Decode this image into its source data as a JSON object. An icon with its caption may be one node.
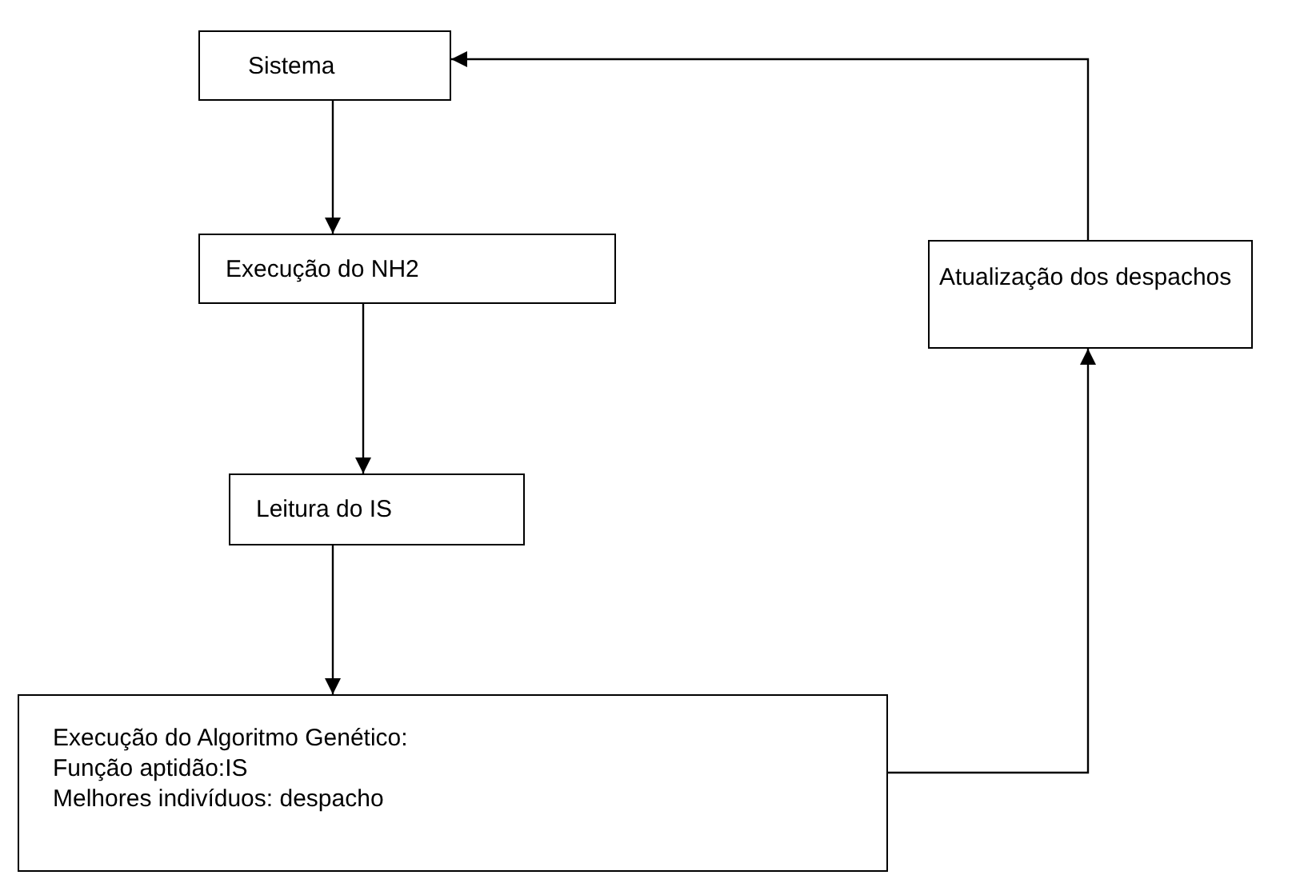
{
  "diagram": {
    "nodes": [
      {
        "text": [
          "Sistema"
        ]
      },
      {
        "text": [
          "Execução do NH2"
        ]
      },
      {
        "text": [
          "Leitura do IS"
        ]
      },
      {
        "text": [
          "Execução do Algoritmo Genético:",
          "Função aptidão:IS",
          "Melhores indivíduos: despacho"
        ]
      },
      {
        "text": [
          "Atualização dos despachos"
        ]
      }
    ],
    "edges": [
      {
        "from": 0,
        "to": 1,
        "arrow": "to"
      },
      {
        "from": 1,
        "to": 2,
        "arrow": "to"
      },
      {
        "from": 2,
        "to": 3,
        "arrow": "to"
      },
      {
        "from": 3,
        "to": 4,
        "arrow": "to"
      },
      {
        "from": 4,
        "to": 0,
        "arrow": "to"
      }
    ]
  }
}
